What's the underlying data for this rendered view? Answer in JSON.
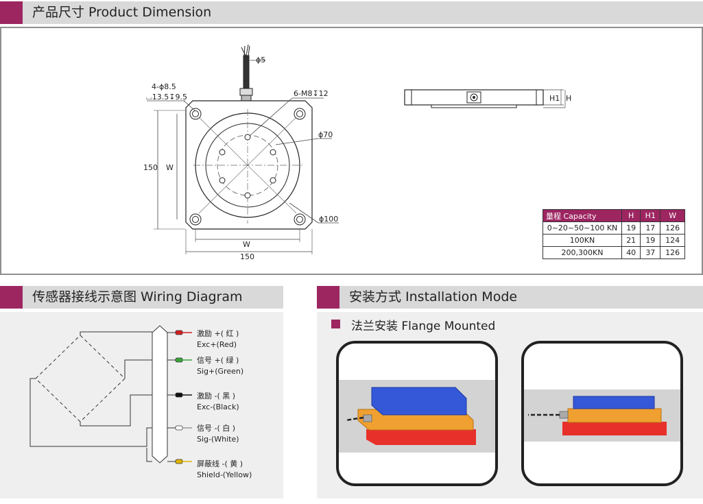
{
  "sections": {
    "dimension_title": "产品尺寸 Product Dimension",
    "wiring_title": "传感器接线示意图 Wiring Diagram",
    "install_title": "安装方式 Installation Mode",
    "install_sub": "法兰安装 Flange Mounted"
  },
  "drawing": {
    "cable_dia": "ϕ5",
    "holes_line1": "4-ϕ8.5",
    "holes_line2": "⌴13.5↧9.5",
    "thread": "6-M8↧12",
    "dia70": "ϕ70",
    "dia100": "ϕ100",
    "side_150": "150",
    "side_W": "W",
    "bottom_W": "W",
    "bottom_150": "150",
    "h1": "H1",
    "h": "H"
  },
  "table": {
    "headers": [
      "量程 Capacity",
      "H",
      "H1",
      "W"
    ],
    "rows": [
      [
        "0~20~50~100 KN",
        "19",
        "17",
        "126"
      ],
      [
        "100KN",
        "21",
        "19",
        "124"
      ],
      [
        "200,300KN",
        "40",
        "37",
        "126"
      ]
    ]
  },
  "wiring": {
    "wires": [
      {
        "cn": "激励 +( 红 )",
        "en": "Exc+(Red)",
        "color": "#d42020"
      },
      {
        "cn": "信号 +( 绿 )",
        "en": "Sig+(Green)",
        "color": "#3aa63a"
      },
      {
        "cn": "激励 -( 黑 )",
        "en": "Exc-(Black)",
        "color": "#111111"
      },
      {
        "cn": "信号 -( 白 )",
        "en": "Sig-(White)",
        "color": "#bbbbbb"
      },
      {
        "cn": "屏蔽线 -( 黄 )",
        "en": "Shield-(Yellow)",
        "color": "#e0b400"
      }
    ]
  },
  "colors": {
    "accent": "#9d2661",
    "header_bg": "#d9d9da",
    "panel_bg": "#efeff0"
  }
}
